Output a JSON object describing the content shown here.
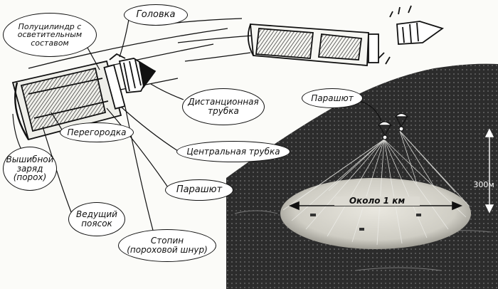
{
  "colors": {
    "ink": "#111111",
    "paper": "#fbfbf8",
    "night": "#2c2c2c",
    "lit_ground": "#d9d7cf"
  },
  "callouts": {
    "golovka": "Головка",
    "polucilindr": "Полуцилиндр с\nосветительным\nсоставом",
    "distancionnaya": "Дистанционная\nтрубка",
    "peregorodka": "Перегородка",
    "centralnaya": "Центральная трубка",
    "vyshibnoy": "Вышибной\nзаряд\n(порох)",
    "parashyut_left": "Парашют",
    "veduschiy": "Ведущий\nпоясок",
    "stopin": "Стопин\n(пороховой шнур)",
    "parashyut_right": "Парашют"
  },
  "measurements": {
    "height_label": "300м",
    "distance_label": "Около 1 км"
  }
}
